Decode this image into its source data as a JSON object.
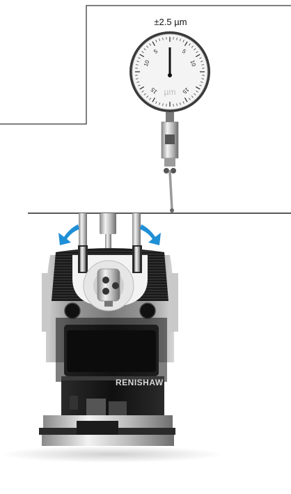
{
  "gauge": {
    "accuracy_label": "±2.5 µm",
    "unit_label": "µm",
    "scale_numbers": [
      "5",
      "5",
      "10",
      "10",
      "15",
      "15"
    ]
  },
  "machine": {
    "brand_label": "RENISHAW"
  },
  "colors": {
    "frame_line": "#444444",
    "arrow_blue": "#1f8fd6",
    "body_grey": "#8c8c8c",
    "body_dark": "#141414",
    "chrome": "#d4d4d4"
  },
  "icons": [
    "rotate-left-arrow-icon",
    "rotate-right-arrow-icon"
  ]
}
